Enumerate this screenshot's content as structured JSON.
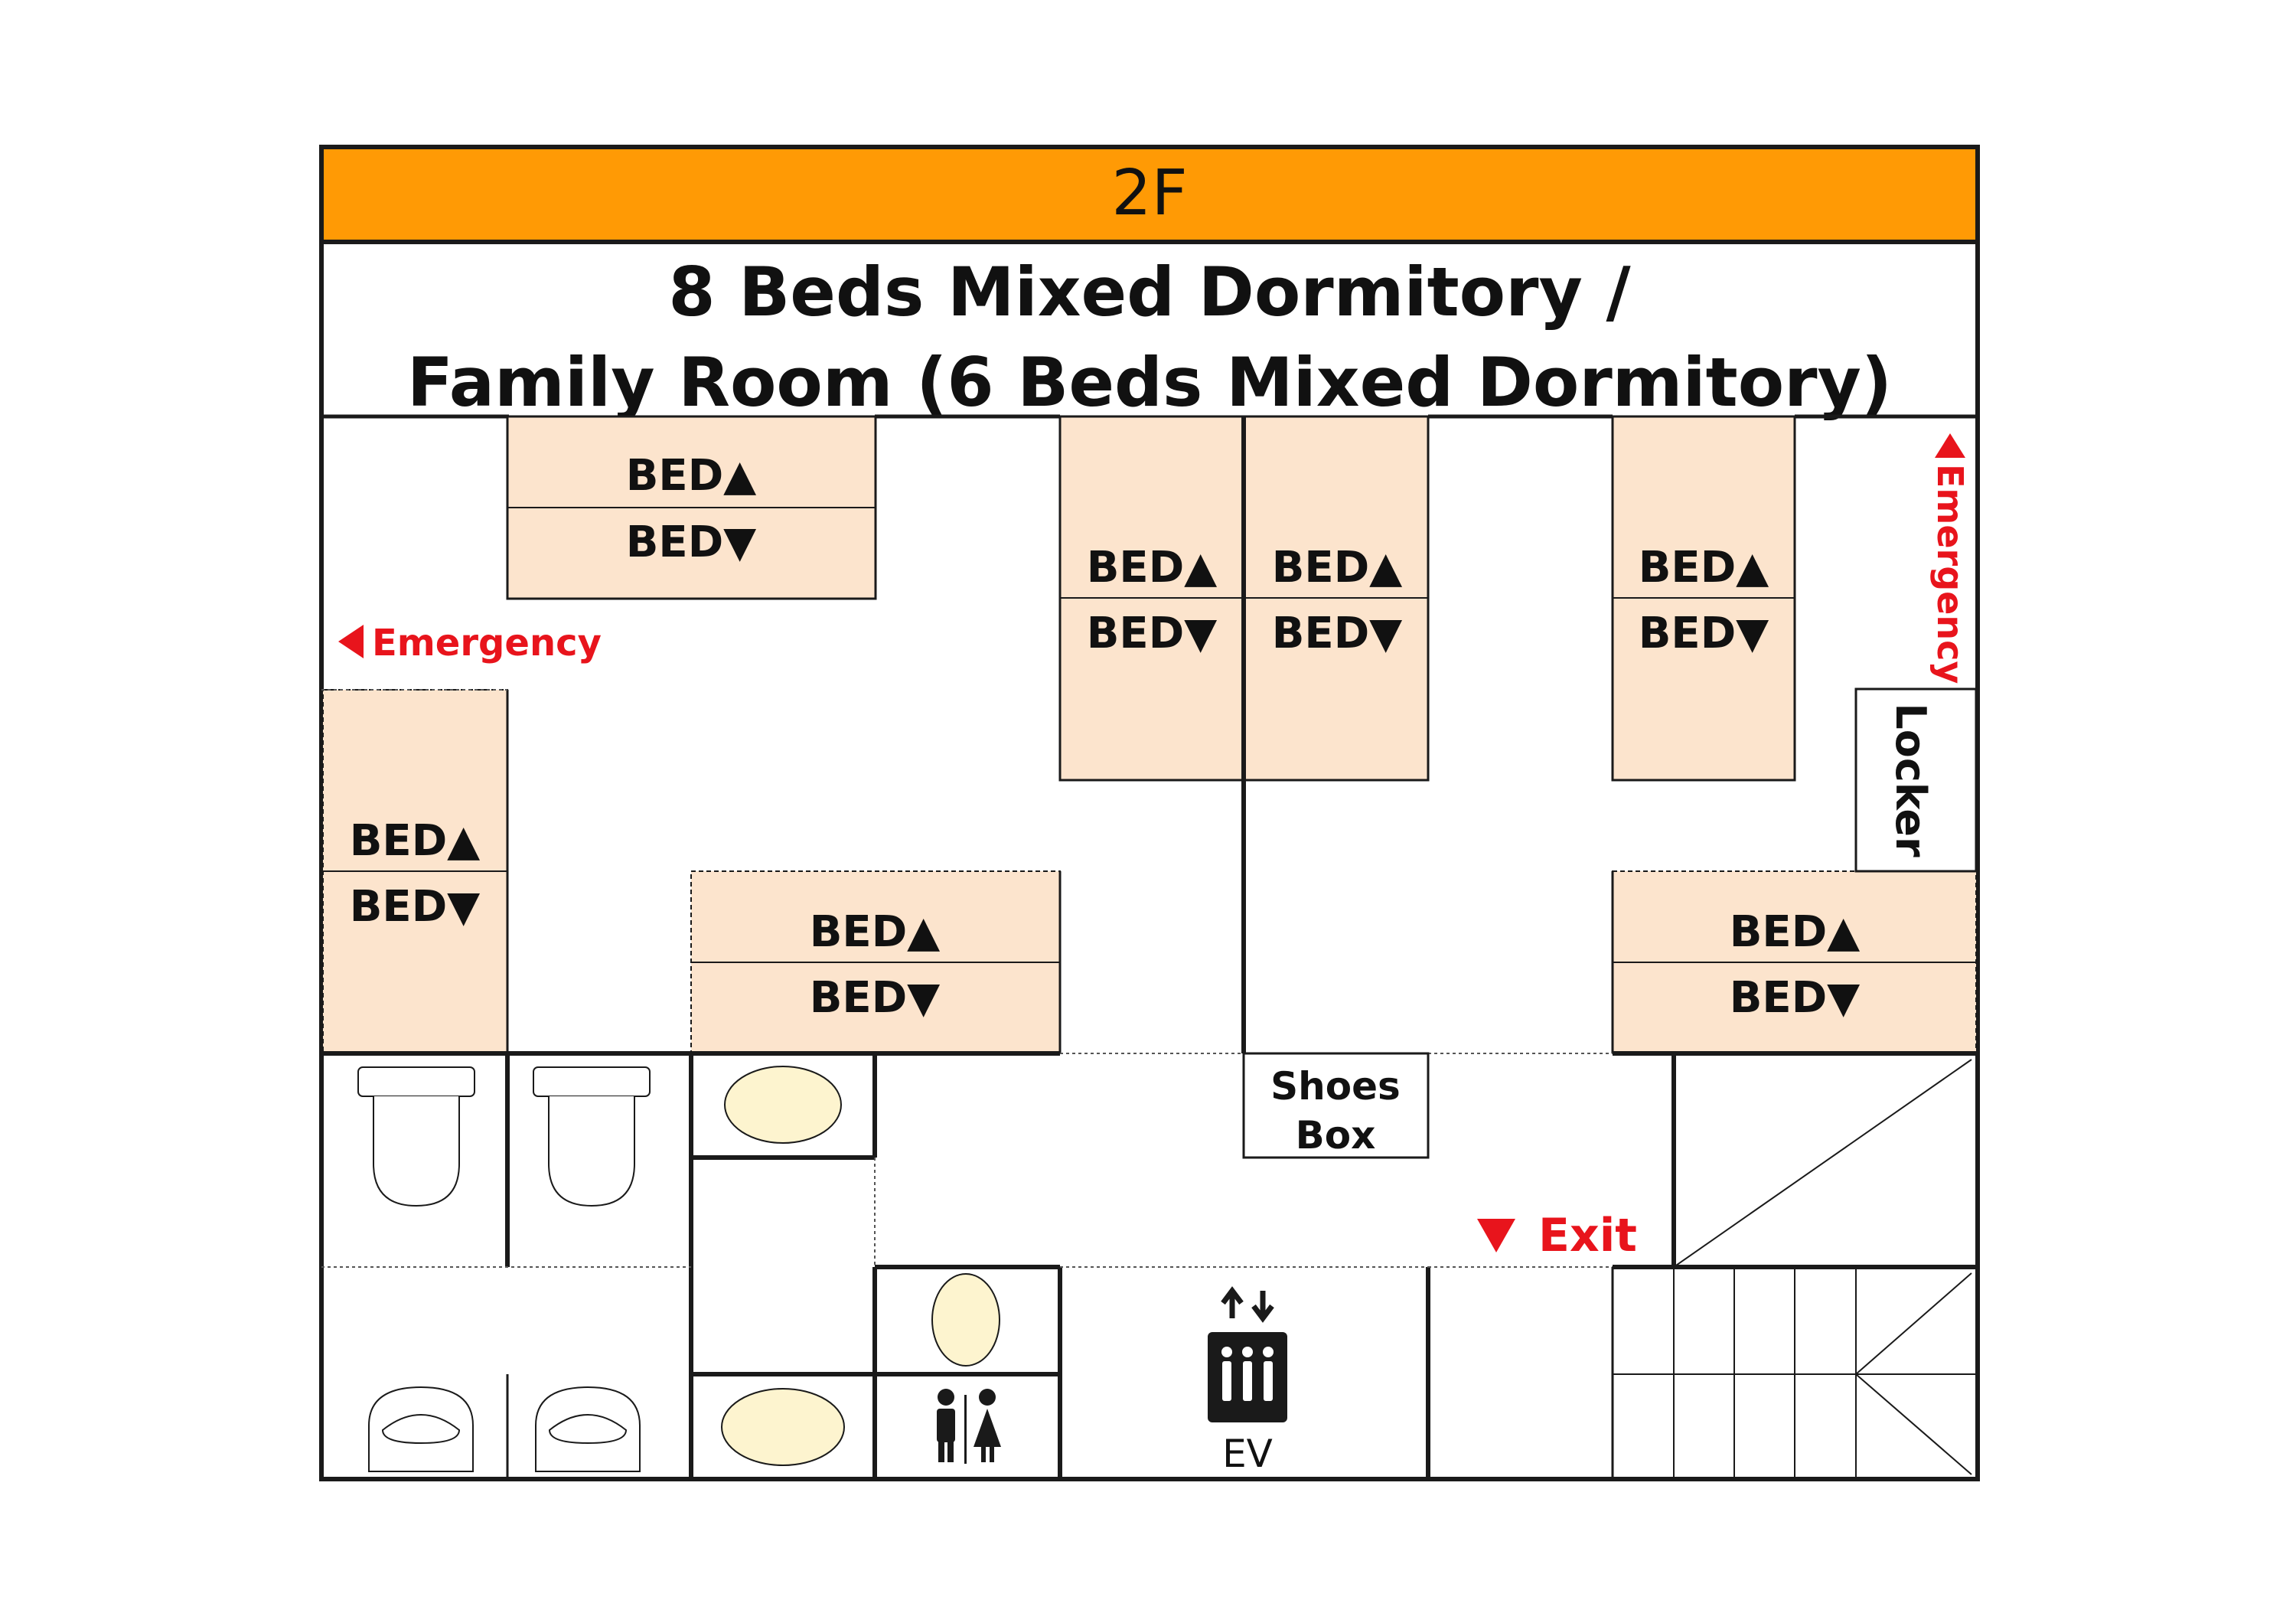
{
  "header": {
    "floor": "2F"
  },
  "title": {
    "line1": "8 Beds Mixed Dormitory /",
    "line2": "Family Room (6 Beds Mixed Dormitory)"
  },
  "beds": [
    {
      "upper": "BED▲",
      "lower": "BED▼"
    },
    {
      "upper": "BED▲",
      "lower": "BED▼"
    },
    {
      "upper": "BED▲",
      "lower": "BED▼"
    },
    {
      "upper": "BED▲",
      "lower": "BED▼"
    },
    {
      "upper": "BED▲",
      "lower": "BED▼"
    },
    {
      "upper": "BED▲",
      "lower": "BED▼"
    },
    {
      "upper": "BED▲",
      "lower": "BED▼"
    }
  ],
  "labels": {
    "emergency_left": "Emergency",
    "emergency_right": "Emergency",
    "locker": "Locker",
    "shoes_box_line1": "Shoes",
    "shoes_box_line2": "Box",
    "exit": "Exit",
    "elevator": "EV"
  },
  "colors": {
    "header_fill": "#ff9a05",
    "bed_fill": "#fce4cd",
    "sign_red": "#e8141c",
    "fixture_fill": "#fdf4cf",
    "line": "#1a1a1a"
  },
  "icons": {
    "exit_arrow": "triangle-down-icon",
    "emergency_arrow": "triangle-left-icon",
    "toilet": "toilet-icon",
    "sink": "sink-icon",
    "restroom": "restroom-icon",
    "elevator": "elevator-icon"
  }
}
